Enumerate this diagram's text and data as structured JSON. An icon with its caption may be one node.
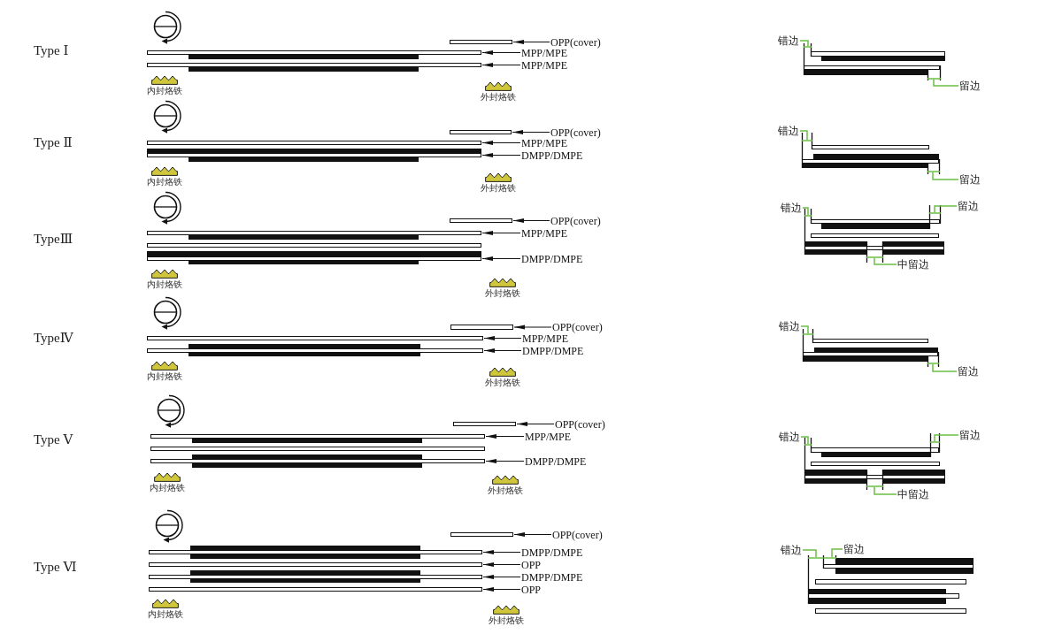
{
  "diagram": {
    "nodes": [
      {
        "text": [
          "OPP(cover)"
        ]
      },
      {
        "text": [],
        "shape": "bar"
      },
      {
        "text": [
          "MPP/MPE"
        ]
      },
      {
        "text": [],
        "shape": "bar"
      },
      {
        "text": [
          "MPP/MPE"
        ]
      },
      {
        "text": [],
        "shape": "bar"
      },
      {
        "text": [
          "错边"
        ]
      },
      {
        "text": [],
        "shape": "line"
      },
      {
        "text": [
          "留边"
        ]
      },
      {
        "text": [],
        "shape": "line"
      },
      {
        "text": [
          "OPP(cover)"
        ]
      },
      {
        "text": [],
        "shape": "bar"
      },
      {
        "text": [
          "MPP/MPE"
        ]
      },
      {
        "text": [],
        "shape": "bar"
      },
      {
        "text": [
          "DMPP/DMPE"
        ]
      },
      {
        "text": [],
        "shape": "bar"
      },
      {
        "text": [
          "错边"
        ]
      },
      {
        "text": [],
        "shape": "line"
      },
      {
        "text": [
          "留边"
        ]
      },
      {
        "text": [],
        "shape": "line"
      },
      {
        "text": [
          "OPP(cover)"
        ]
      },
      {
        "text": [],
        "shape": "bar"
      },
      {
        "text": [
          "MPP/MPE"
        ]
      },
      {
        "text": [],
        "shape": "bar"
      },
      {
        "text": [
          "DMPP/DMPE"
        ]
      },
      {
        "text": [],
        "shape": "bar"
      },
      {
        "text": [
          "错边"
        ]
      },
      {
        "text": [],
        "shape": "line"
      },
      {
        "text": [
          "留边"
        ]
      },
      {
        "text": [],
        "shape": "line"
      },
      {
        "text": [
          "中留边"
        ]
      },
      {
        "text": [],
        "shape": "line"
      },
      {
        "text": [
          "OPP(cover)"
        ]
      },
      {
        "text": [],
        "shape": "bar"
      },
      {
        "text": [
          "MPP/MPE"
        ]
      },
      {
        "text": [],
        "shape": "bar"
      },
      {
        "text": [
          "DMPP/DMPE"
        ]
      },
      {
        "text": [],
        "shape": "bar"
      },
      {
        "text": [
          "错边"
        ]
      },
      {
        "text": [],
        "shape": "line"
      },
      {
        "text": [
          "留边"
        ]
      },
      {
        "text": [],
        "shape": "line"
      },
      {
        "text": [
          "OPP(cover)"
        ]
      },
      {
        "text": [],
        "shape": "bar"
      },
      {
        "text": [
          "MPP/MPE"
        ]
      },
      {
        "text": [],
        "shape": "bar"
      },
      {
        "text": [
          "DMPP/DMPE"
        ]
      },
      {
        "text": [],
        "shape": "bar"
      },
      {
        "text": [
          "错边"
        ]
      },
      {
        "text": [],
        "shape": "line"
      },
      {
        "text": [
          "留边"
        ]
      },
      {
        "text": [],
        "shape": "line"
      },
      {
        "text": [
          "中留边"
        ]
      },
      {
        "text": [],
        "shape": "line"
      },
      {
        "text": [
          "OPP(cover)"
        ]
      },
      {
        "text": [],
        "shape": "bar"
      },
      {
        "text": [
          "DMPP/DMPE"
        ]
      },
      {
        "text": [],
        "shape": "bar"
      },
      {
        "text": [
          "OPP"
        ]
      },
      {
        "text": [],
        "shape": "bar"
      },
      {
        "text": [
          "DMPP/DMPE"
        ]
      },
      {
        "text": [],
        "shape": "bar"
      },
      {
        "text": [
          "OPP"
        ]
      },
      {
        "text": [],
        "shape": "bar"
      },
      {
        "text": [
          "错边"
        ]
      },
      {
        "text": [],
        "shape": "line"
      },
      {
        "text": [
          "留边"
        ]
      },
      {
        "text": [],
        "shape": "line"
      }
    ],
    "edges": [
      {
        "from": 0,
        "to": 1,
        "arrow": "to"
      },
      {
        "from": 2,
        "to": 3,
        "arrow": "to"
      },
      {
        "from": 4,
        "to": 5,
        "arrow": "to"
      },
      {
        "from": 6,
        "to": 7,
        "arrow": "none",
        "color": "#6cbf47"
      },
      {
        "from": 8,
        "to": 9,
        "arrow": "none",
        "color": "#6cbf47"
      },
      {
        "from": 10,
        "to": 11,
        "arrow": "to"
      },
      {
        "from": 12,
        "to": 13,
        "arrow": "to"
      },
      {
        "from": 14,
        "to": 15,
        "arrow": "to"
      },
      {
        "from": 16,
        "to": 17,
        "arrow": "none",
        "color": "#6cbf47"
      },
      {
        "from": 18,
        "to": 19,
        "arrow": "none",
        "color": "#6cbf47"
      },
      {
        "from": 20,
        "to": 21,
        "arrow": "to"
      },
      {
        "from": 22,
        "to": 23,
        "arrow": "to"
      },
      {
        "from": 24,
        "to": 25,
        "arrow": "to"
      },
      {
        "from": 26,
        "to": 27,
        "arrow": "none",
        "color": "#6cbf47"
      },
      {
        "from": 28,
        "to": 29,
        "arrow": "none",
        "color": "#6cbf47"
      },
      {
        "from": 30,
        "to": 31,
        "arrow": "none",
        "color": "#6cbf47"
      },
      {
        "from": 32,
        "to": 33,
        "arrow": "to"
      },
      {
        "from": 34,
        "to": 35,
        "arrow": "to"
      },
      {
        "from": 36,
        "to": 37,
        "arrow": "to"
      },
      {
        "from": 38,
        "to": 39,
        "arrow": "none",
        "color": "#6cbf47"
      },
      {
        "from": 40,
        "to": 41,
        "arrow": "none",
        "color": "#6cbf47"
      },
      {
        "from": 42,
        "to": 43,
        "arrow": "to"
      },
      {
        "from": 44,
        "to": 45,
        "arrow": "to"
      },
      {
        "from": 46,
        "to": 47,
        "arrow": "to"
      },
      {
        "from": 48,
        "to": 49,
        "arrow": "none",
        "color": "#6cbf47"
      },
      {
        "from": 50,
        "to": 51,
        "arrow": "none",
        "color": "#6cbf47"
      },
      {
        "from": 52,
        "to": 53,
        "arrow": "none",
        "color": "#6cbf47"
      },
      {
        "from": 54,
        "to": 55,
        "arrow": "to"
      },
      {
        "from": 56,
        "to": 57,
        "arrow": "to"
      },
      {
        "from": 58,
        "to": 59,
        "arrow": "to"
      },
      {
        "from": 60,
        "to": 61,
        "arrow": "to"
      },
      {
        "from": 62,
        "to": 63,
        "arrow": "to"
      },
      {
        "from": 64,
        "to": 65,
        "arrow": "none",
        "color": "#6cbf47"
      },
      {
        "from": 66,
        "to": 67,
        "arrow": "none",
        "color": "#6cbf47"
      }
    ],
    "labels": [
      "Type Ⅰ",
      "内封烙铁",
      "外封烙铁",
      "Type Ⅱ",
      "内封烙铁",
      "外封烙铁",
      "TypeⅢ",
      "内封烙铁",
      "外封烙铁",
      "TypeⅣ",
      "内封烙铁",
      "外封烙铁",
      "Type Ⅴ",
      "内封烙铁",
      "外封烙铁",
      "Type Ⅵ",
      "内封烙铁",
      "外封烙铁"
    ]
  }
}
